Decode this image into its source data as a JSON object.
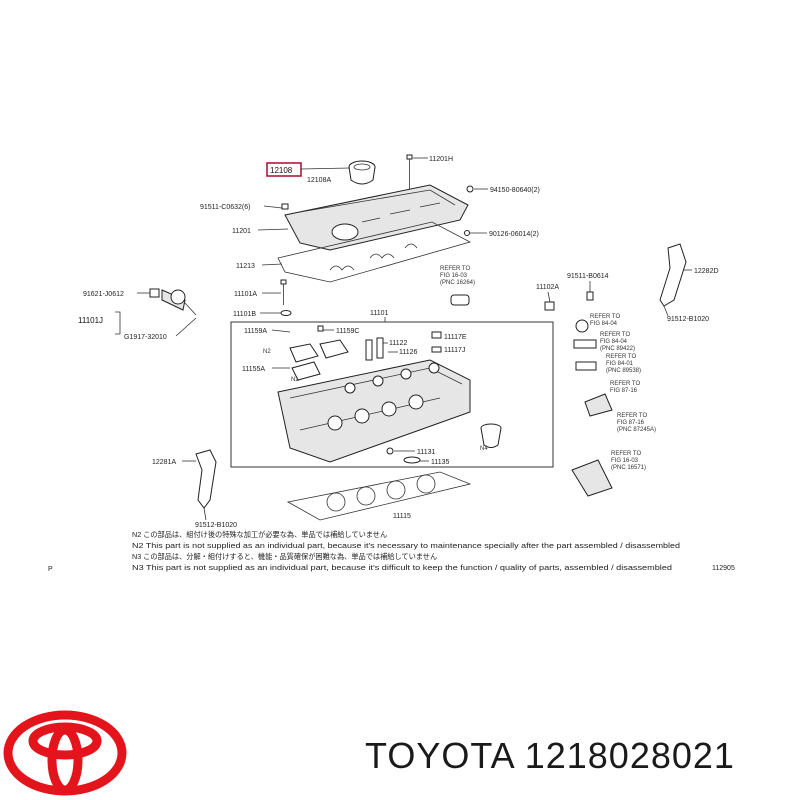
{
  "brand": {
    "name": "TOYOTA",
    "part_number": "1218028021",
    "logo_color": "#e3141c"
  },
  "diagram": {
    "highlight_label": "12108",
    "highlight_color": "#b0183c",
    "labels": {
      "p12108A": "12108A",
      "p11201H": "11201H",
      "p94150": "94150-80640(2)",
      "p91511a": "91511-C0632(6)",
      "p11201": "11201",
      "p90126": "90126-06014(2)",
      "p11213": "11213",
      "p91621": "91621-J0612",
      "p11101J": "11101J",
      "pG1917": "G1917-32010",
      "p11101A": "11101A",
      "p11101B": "11101B",
      "p11101": "11101",
      "p11159A": "11159A",
      "p11159C": "11159C",
      "p11122": "11122",
      "p11117E": "11117E",
      "p11126": "11126",
      "p11117J": "11117J",
      "p11155A": "11155A",
      "pN2a": "N2",
      "pN2b": "N2",
      "pN4": "N4",
      "p11102A": "11102A",
      "p91511b": "91511-B0614",
      "p12282D": "12282D",
      "p91512a": "91512-B1020",
      "p12281A": "12281A",
      "p91512b": "91512-B1020",
      "p11131": "11131",
      "p11135": "11135",
      "p11115": "11115",
      "p11205": "112905",
      "pP": "P"
    },
    "refs": [
      {
        "line1": "REFER TO",
        "line2": "FIG 16-03",
        "line3": "(PNC 16264)"
      },
      {
        "line1": "REFER TO",
        "line2": "FIG 84-04",
        "line3": ""
      },
      {
        "line1": "REFER TO",
        "line2": "FIG 84-04",
        "line3": "(PNC 89422)"
      },
      {
        "line1": "REFER TO",
        "line2": "FIG 84-01",
        "line3": "(PNC 89538)"
      },
      {
        "line1": "REFER TO",
        "line2": "FIG 87-16",
        "line3": ""
      },
      {
        "line1": "REFER TO",
        "line2": "FIG 87-16",
        "line3": "(PNC 87245A)"
      },
      {
        "line1": "REFER TO",
        "line2": "FIG 16-03",
        "line3": "(PNC 16571)"
      }
    ],
    "notes": [
      "N2  この部品は、組付け後の特殊な加工が必要な為、単品では補給していません",
      "N2  This part is not supplied as an individual part, because it's necessary to maintenance specially after the part assembled / disassembled",
      "N3  この部品は、分解・組付けすると、機能・品質確保が困難な為、単品では補給していません",
      "N3  This part is not supplied as an individual part, because it's difficult to keep the function / quality of parts, assembled / disassembled"
    ]
  }
}
